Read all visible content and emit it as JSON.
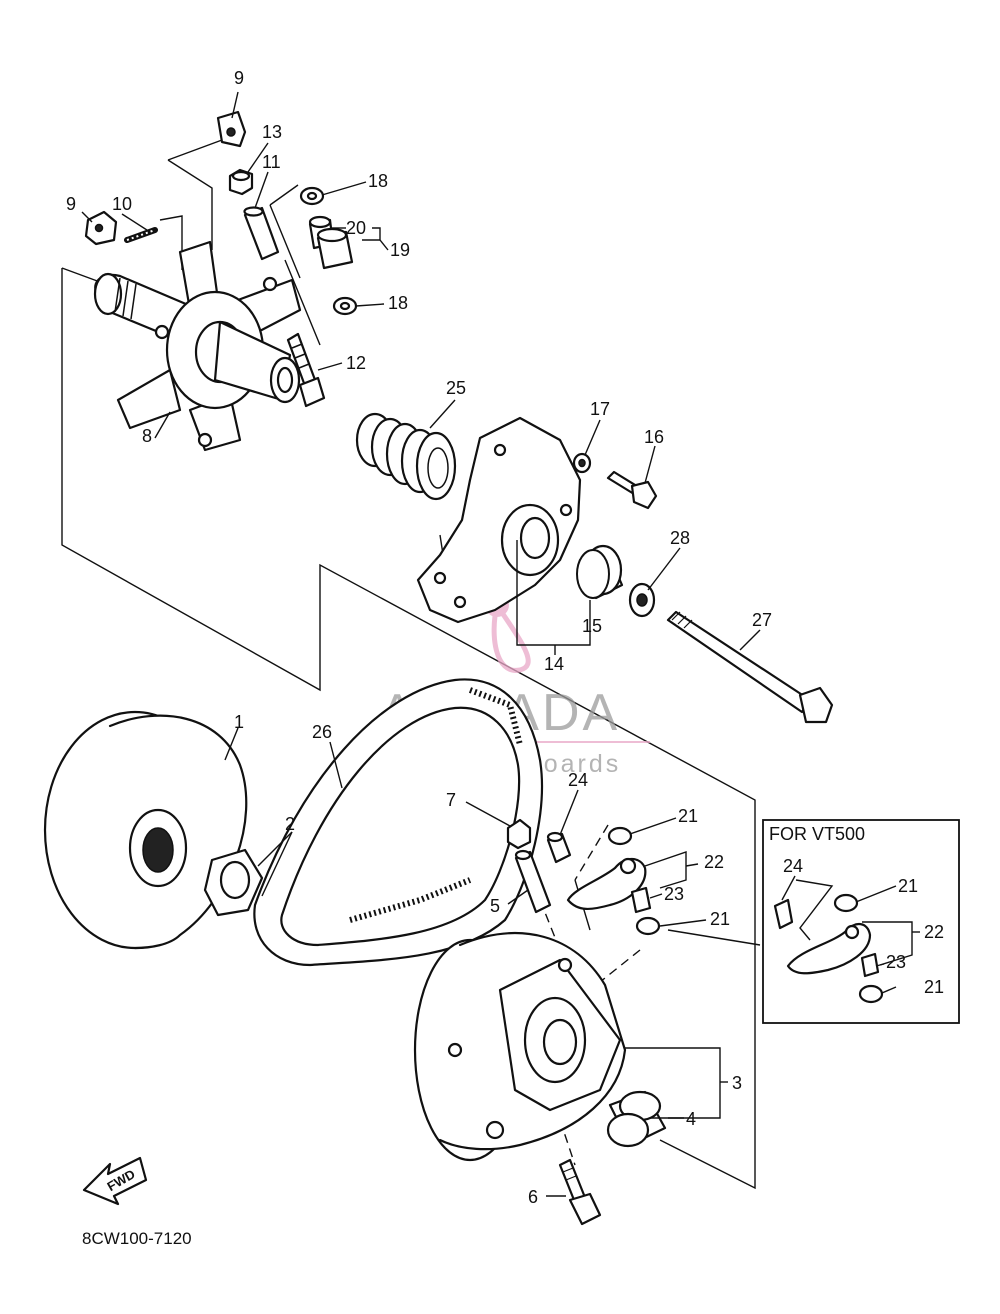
{
  "diagram_code": "8CW100-7120",
  "inset_title": "FOR VT500",
  "fwd_label": "FWD",
  "watermark": {
    "brand": "ARMADA",
    "tagline": "marine outboards",
    "accent_color": "#e9a8c8",
    "text_color": "#9b9b9b"
  },
  "callouts": {
    "c1": "1",
    "c2": "2",
    "c3": "3",
    "c4": "4",
    "c5": "5",
    "c6": "6",
    "c7": "7",
    "c8": "8",
    "c9a": "9",
    "c9b": "9",
    "c10": "10",
    "c11": "11",
    "c12": "12",
    "c13": "13",
    "c14": "14",
    "c15": "15",
    "c16": "16",
    "c17": "17",
    "c18a": "18",
    "c18b": "18",
    "c19": "19",
    "c20": "20",
    "c21a": "21",
    "c21b": "21",
    "c22": "22",
    "c23": "23",
    "c24": "24",
    "c25": "25",
    "c26": "26",
    "c27": "27",
    "c28": "28",
    "i21a": "21",
    "i21b": "21",
    "i22": "22",
    "i23": "23",
    "i24": "24"
  }
}
